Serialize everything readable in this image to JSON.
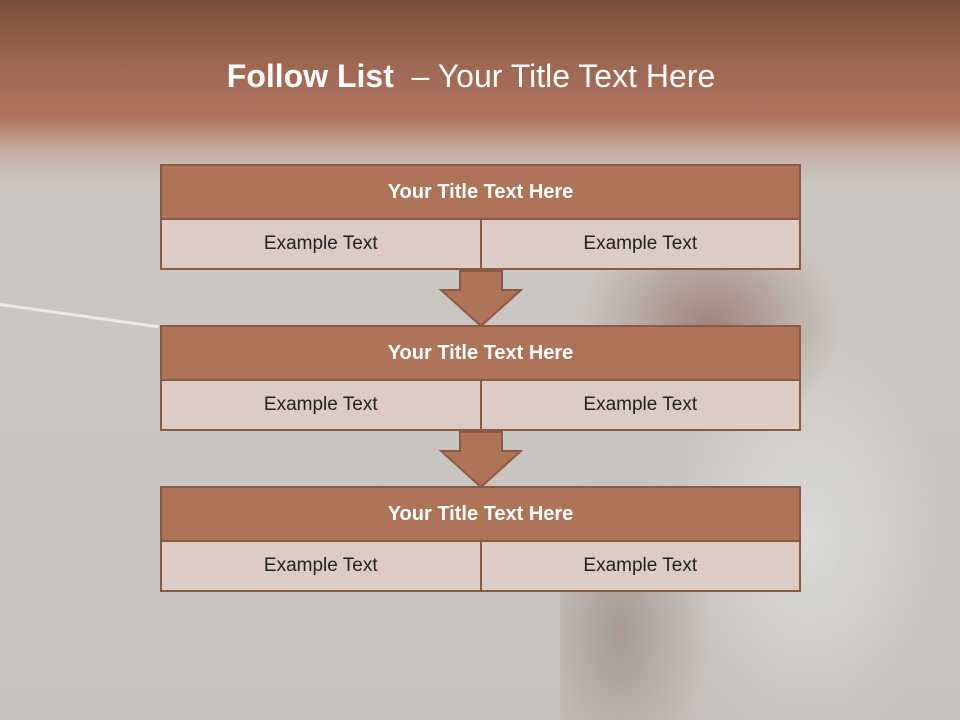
{
  "slide": {
    "title_bold": "Follow List",
    "title_rest": "– Your Title Text Here",
    "blocks": [
      {
        "title": "Your Title Text Here",
        "cells": [
          "Example Text",
          "Example Text"
        ]
      },
      {
        "title": "Your Title Text Here",
        "cells": [
          "Example Text",
          "Example Text"
        ]
      },
      {
        "title": "Your Title Text Here",
        "cells": [
          "Example Text",
          "Example Text"
        ]
      }
    ]
  },
  "colors": {
    "header_band": "#9b6650",
    "block_fill": "#ad7457",
    "block_border": "#8a5a44",
    "cell_fill": "#ddccc6",
    "text_light": "#ffffff",
    "text_dark": "#222222"
  }
}
